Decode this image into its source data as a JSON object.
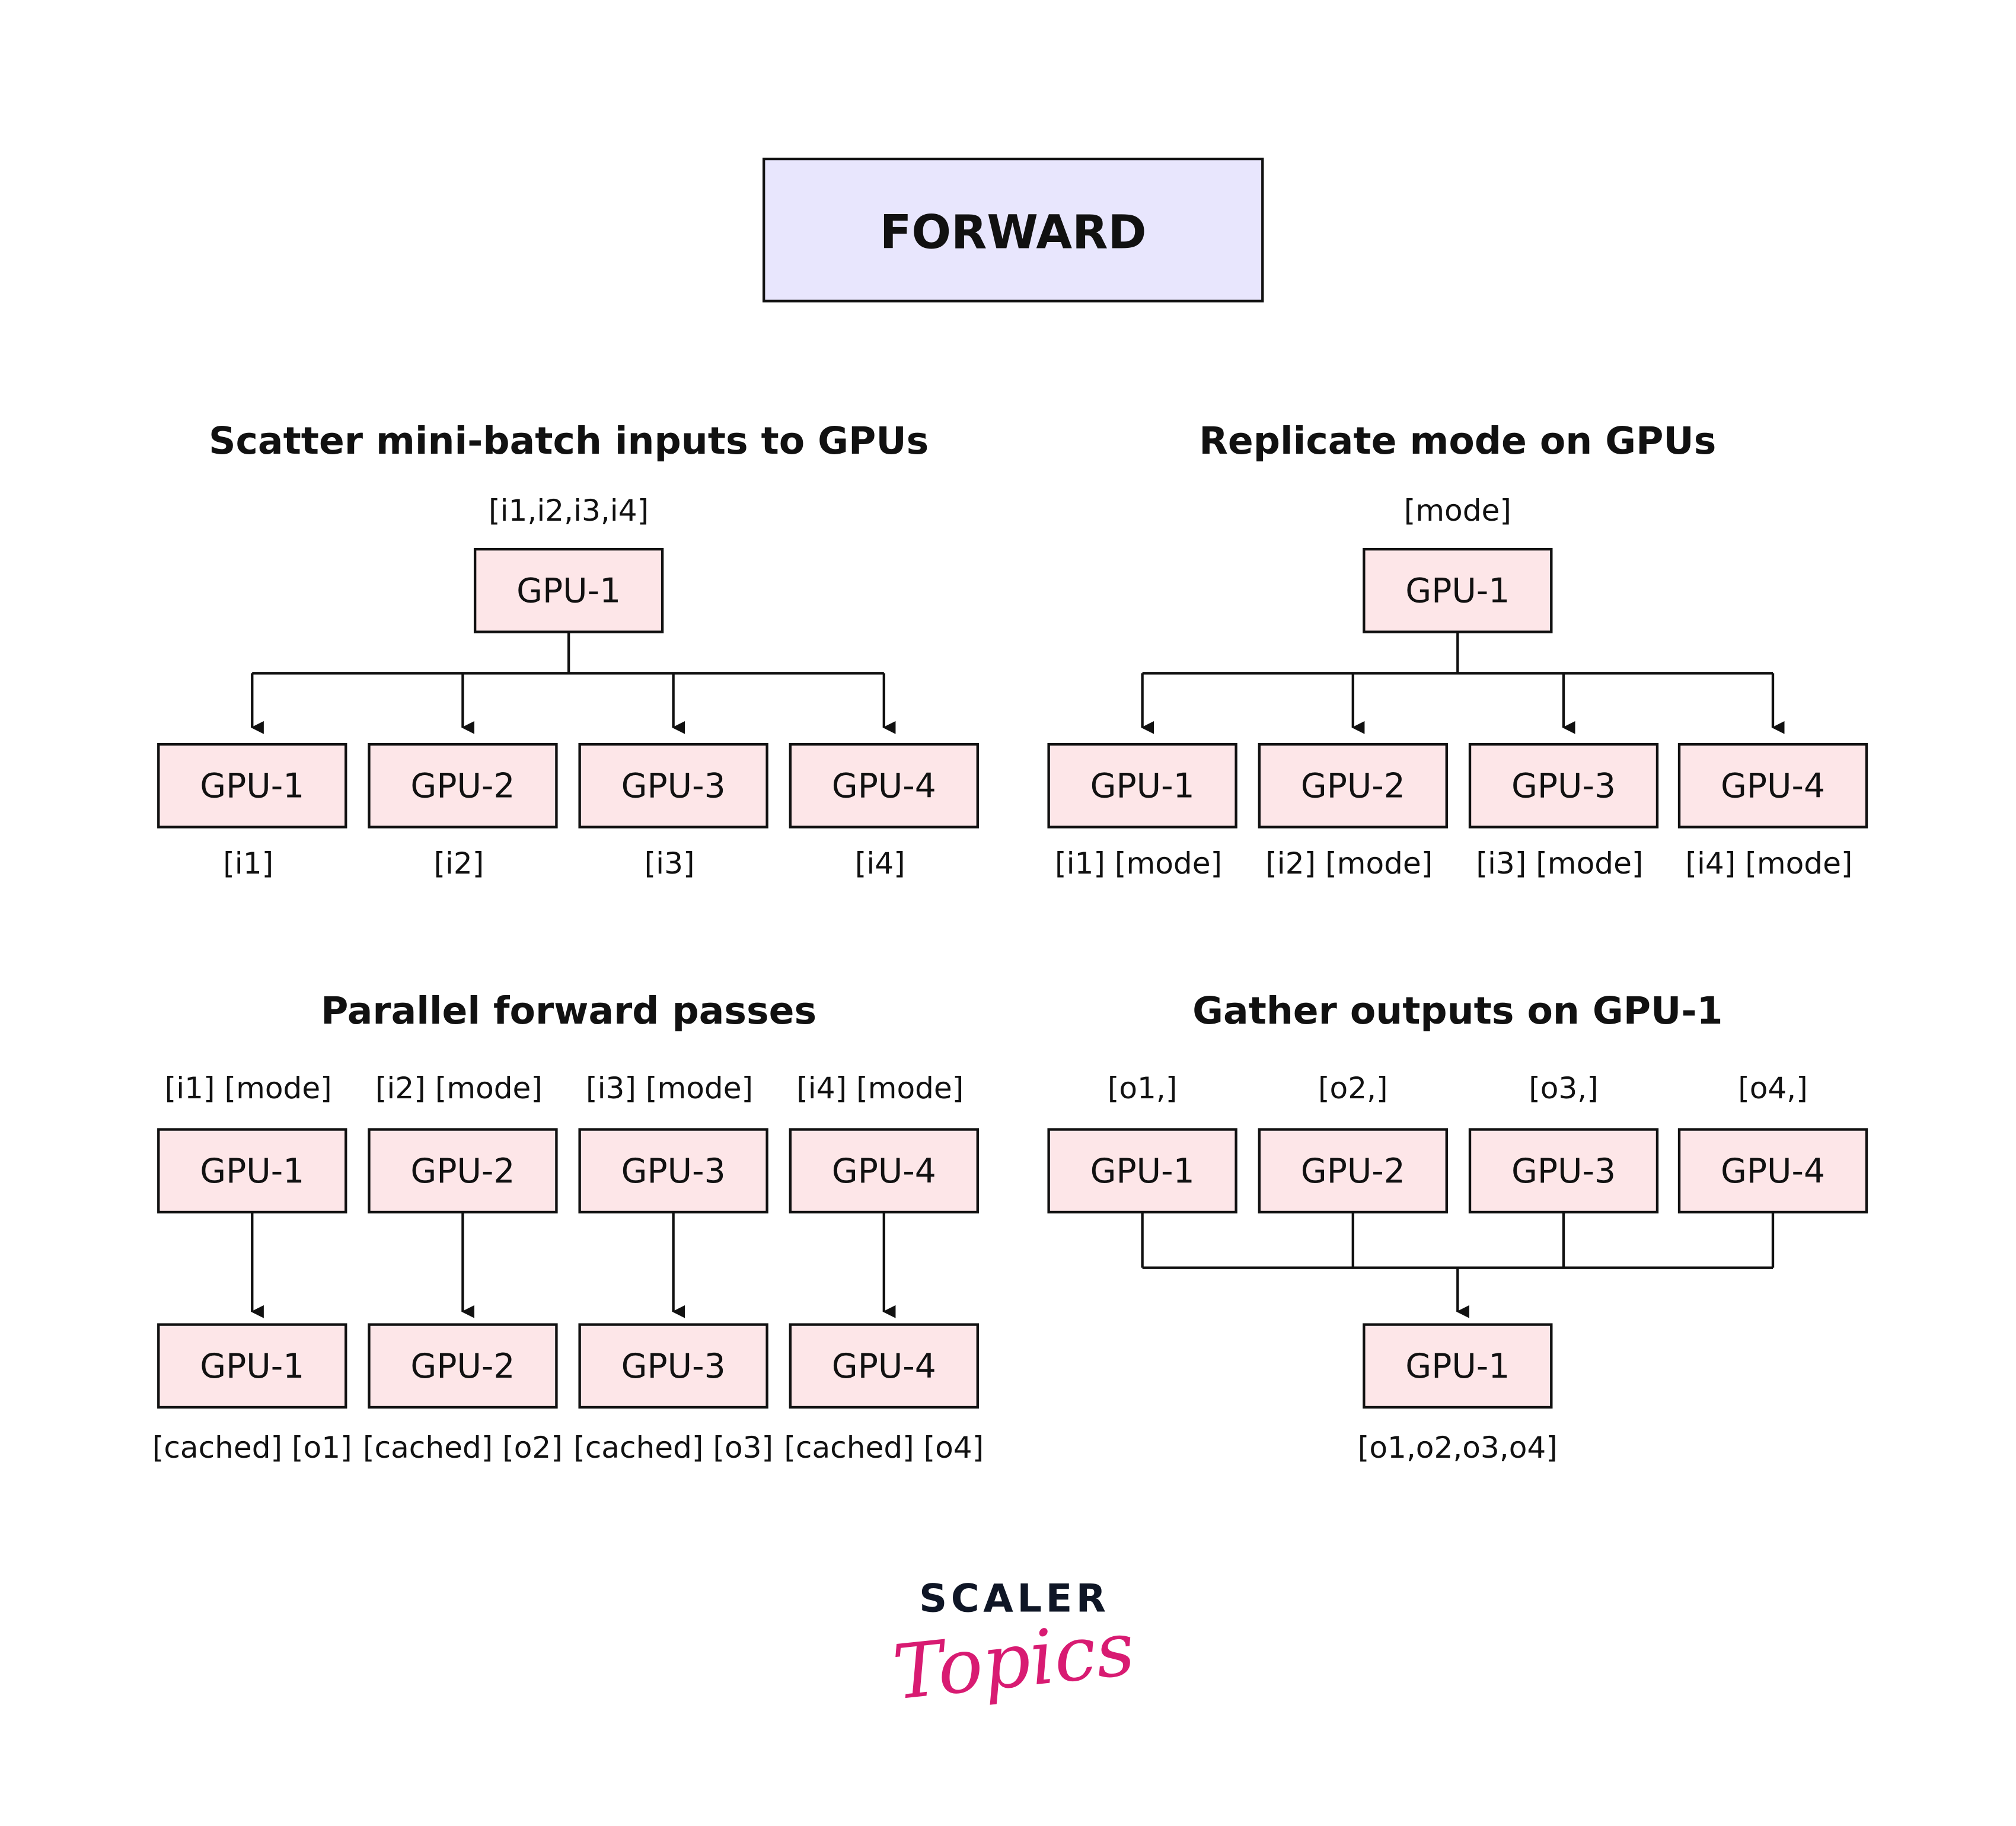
{
  "header": {
    "title": "FORWARD"
  },
  "colors": {
    "header_fill": "#e8e6fd",
    "box_fill": "#fde6e8",
    "stroke": "#111111",
    "logo_pink": "#d81b72",
    "logo_dark": "#0f1626"
  },
  "panels": {
    "scatter": {
      "title": "Scatter mini-batch inputs to GPUs",
      "source_label": "[i1,i2,i3,i4]",
      "source_box": "GPU-1",
      "boxes": [
        "GPU-1",
        "GPU-2",
        "GPU-3",
        "GPU-4"
      ],
      "labels": [
        "[i1]",
        "[i2]",
        "[i3]",
        "[i4]"
      ]
    },
    "replicate": {
      "title": "Replicate mode on GPUs",
      "source_label": "[mode]",
      "source_box": "GPU-1",
      "boxes": [
        "GPU-1",
        "GPU-2",
        "GPU-3",
        "GPU-4"
      ],
      "labels": [
        "[i1] [mode]",
        "[i2] [mode]",
        "[i3] [mode]",
        "[i4] [mode]"
      ]
    },
    "parallel": {
      "title": "Parallel forward passes",
      "top_labels": [
        "[i1] [mode]",
        "[i2] [mode]",
        "[i3] [mode]",
        "[i4] [mode]"
      ],
      "top_boxes": [
        "GPU-1",
        "GPU-2",
        "GPU-3",
        "GPU-4"
      ],
      "bottom_boxes": [
        "GPU-1",
        "GPU-2",
        "GPU-3",
        "GPU-4"
      ],
      "bottom_labels": [
        "[cached] [o1]",
        "[cached] [o2]",
        "[cached] [o3]",
        "[cached] [o4]"
      ]
    },
    "gather": {
      "title": "Gather outputs on GPU-1",
      "top_labels": [
        "[o1,]",
        "[o2,]",
        "[o3,]",
        "[o4,]"
      ],
      "top_boxes": [
        "GPU-1",
        "GPU-2",
        "GPU-3",
        "GPU-4"
      ],
      "target_box": "GPU-1",
      "target_label": "[o1,o2,o3,o4]"
    }
  },
  "logo": {
    "line1": "SCALER",
    "line2": "Topics"
  }
}
